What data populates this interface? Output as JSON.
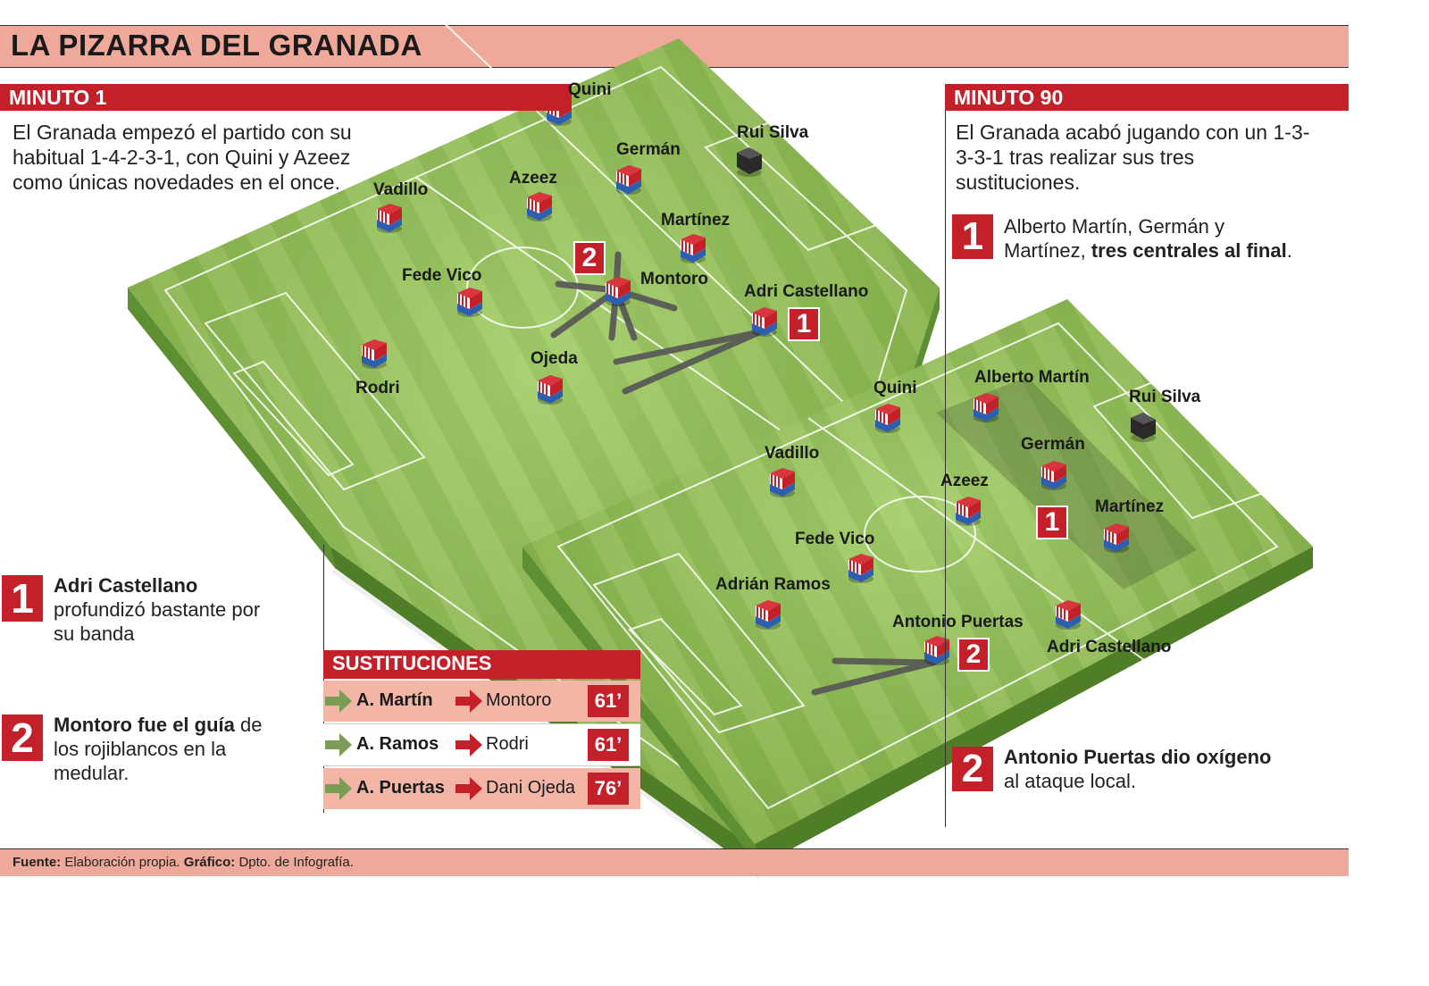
{
  "title": "LA PIZARRA DEL GRANADA",
  "minute1": {
    "header": "MINUTO 1",
    "description": "El Granada empezó el partido con su habitual 1-4-2-3-1, con Quini y Azeez como únicas novedades en el once.",
    "players": {
      "quini": "Quini",
      "rui_silva": "Rui Silva",
      "german": "Germán",
      "azeez": "Azeez",
      "vadillo": "Vadillo",
      "martinez": "Martínez",
      "fede_vico": "Fede Vico",
      "montoro": "Montoro",
      "adri_castellano": "Adri Castellano",
      "ojeda": "Ojeda",
      "rodri": "Rodri"
    },
    "field_badges": [
      "2",
      "1"
    ],
    "notes": [
      {
        "number": "1",
        "bold": "Adri Castellano",
        "text": "profundizó bastante por su banda"
      },
      {
        "number": "2",
        "bold": "Montoro fue el guía",
        "text_after_bold": "de",
        "text": "los rojiblancos en la medular."
      }
    ]
  },
  "minute90": {
    "header": "MINUTO 90",
    "description": "El Granada acabó jugando con un 1-3-3-3-1 tras realizar sus tres sustituciones.",
    "players": {
      "quini": "Quini",
      "alberto_martin": "Alberto Martín",
      "rui_silva": "Rui Silva",
      "german": "Germán",
      "vadillo": "Vadillo",
      "azeez": "Azeez",
      "martinez": "Martínez",
      "fede_vico": "Fede Vico",
      "adrian_ramos": "Adrián Ramos",
      "antonio_puertas": "Antonio Puertas",
      "adri_castellano": "Adri Castellano"
    },
    "field_badges": [
      "1",
      "2"
    ],
    "notes": [
      {
        "number": "1",
        "text": "Alberto Martín, Germán y Martínez,",
        "bold": "tres centrales al final",
        "end": "."
      },
      {
        "number": "2",
        "bold": "Antonio Puertas dio oxígeno",
        "text": "al ataque local."
      }
    ]
  },
  "substitutions": {
    "header": "SUSTITUCIONES",
    "rows": [
      {
        "in": "A. Martín",
        "out": "Montoro",
        "minute": "61’"
      },
      {
        "in": "A. Ramos",
        "out": "Rodri",
        "minute": "61’"
      },
      {
        "in": "A. Puertas",
        "out": "Dani Ojeda",
        "minute": "76’"
      }
    ]
  },
  "footer": {
    "source_label": "Fuente:",
    "source_text": "Elaboración propia.",
    "graphic_label": "Gráfico:",
    "graphic_text": "Dpto. de Infografía."
  },
  "colors": {
    "accent_red": "#c4202a",
    "salmon": "#eea99a",
    "pitch_light": "#9bc95a",
    "pitch_dark": "#7fb043",
    "goalkeeper": "#2a2a2a"
  }
}
